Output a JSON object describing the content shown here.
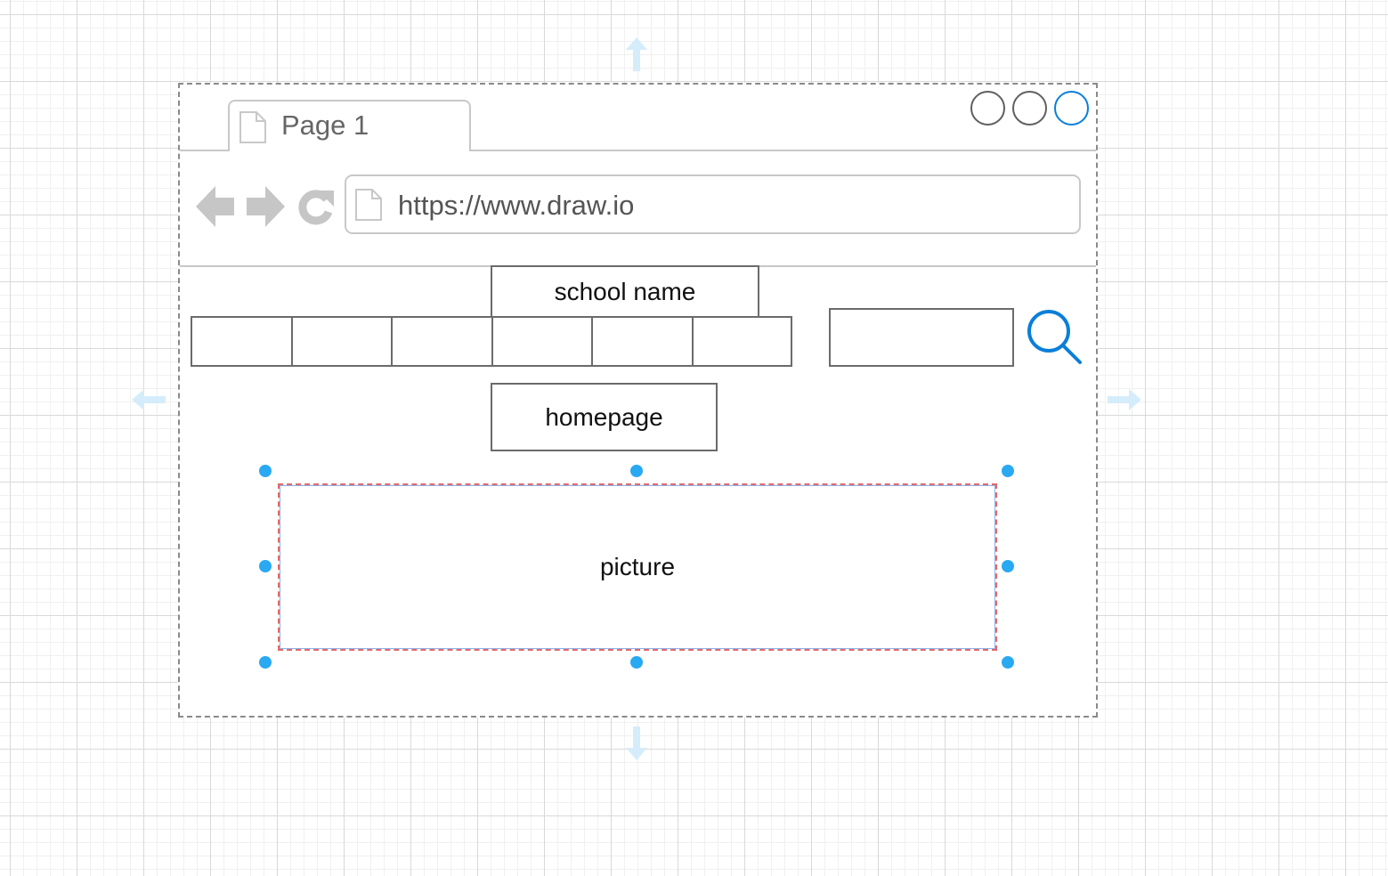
{
  "browser": {
    "tab_label": "Page 1",
    "url": "https://www.draw.io",
    "icons": [
      "document-icon",
      "back-arrow-icon",
      "forward-arrow-icon",
      "reload-icon",
      "search-icon"
    ]
  },
  "wireframe": {
    "school_name": "school name",
    "homepage": "homepage",
    "picture": "picture",
    "nav_cells": [
      "",
      "",
      "",
      "",
      "",
      ""
    ]
  },
  "colors": {
    "accent": "#0a7fd9",
    "handle": "#29a9f2",
    "chrome_gray": "#c8c8c8"
  }
}
